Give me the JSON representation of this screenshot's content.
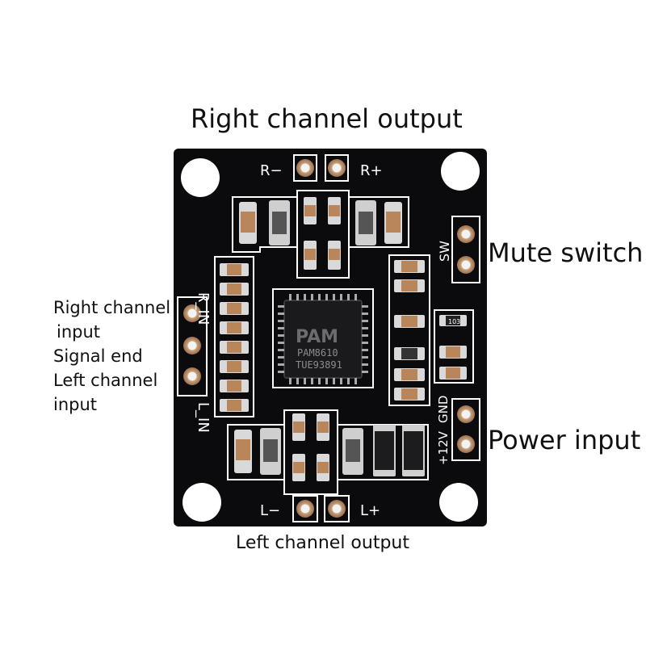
{
  "callouts": {
    "right_output": "Right channel output",
    "mute_switch": "Mute switch",
    "right_input": "Right channel",
    "right_input_2": "input",
    "signal_end": "Signal end",
    "left_input": "Left channel",
    "left_input_2": "input",
    "power_input": "Power input",
    "left_output": "Left channel output"
  },
  "silkscreen": {
    "r_minus": "R−",
    "r_plus": "R+",
    "l_minus": "L−",
    "l_plus": "L+",
    "sw": "SW",
    "r_in": "R_IN",
    "l_in": "L_IN",
    "gnd": "GND",
    "v12": "+12V",
    "chip_logo": "PAM",
    "chip_model": "PAM8610",
    "chip_code": "TUE93891",
    "res_103": "103"
  },
  "colors": {
    "pcb": "#0b0b0d",
    "silkscreen": "#ffffff",
    "pad_gold": "#c8a07a",
    "cap_tan": "#b8865a",
    "chip_body": "#1a1a1c"
  }
}
